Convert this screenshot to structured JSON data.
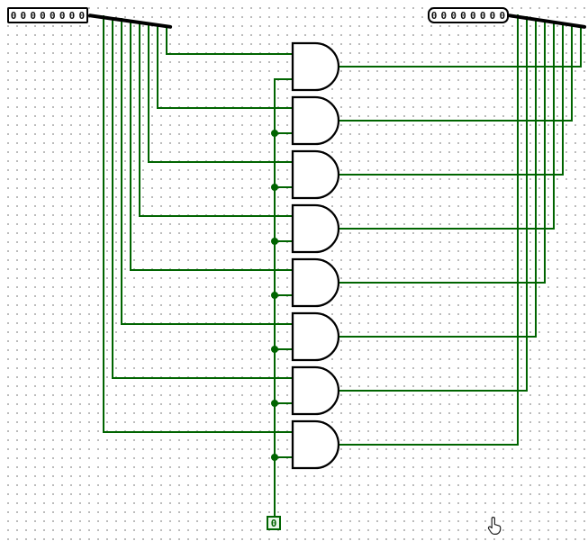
{
  "pins": {
    "left": {
      "value": "00000000",
      "bits": 8
    },
    "right": {
      "value": "00000000",
      "bits": 8
    }
  },
  "constant": {
    "value": "0"
  },
  "gates": [
    {
      "type": "AND"
    },
    {
      "type": "AND"
    },
    {
      "type": "AND"
    },
    {
      "type": "AND"
    },
    {
      "type": "AND"
    },
    {
      "type": "AND"
    },
    {
      "type": "AND"
    },
    {
      "type": "AND"
    }
  ],
  "colors": {
    "wire": "#006400",
    "bus": "#000000",
    "gate_fill": "#ffffff",
    "gate_stroke": "#000000",
    "grid_dot": "#b0b0b0"
  }
}
